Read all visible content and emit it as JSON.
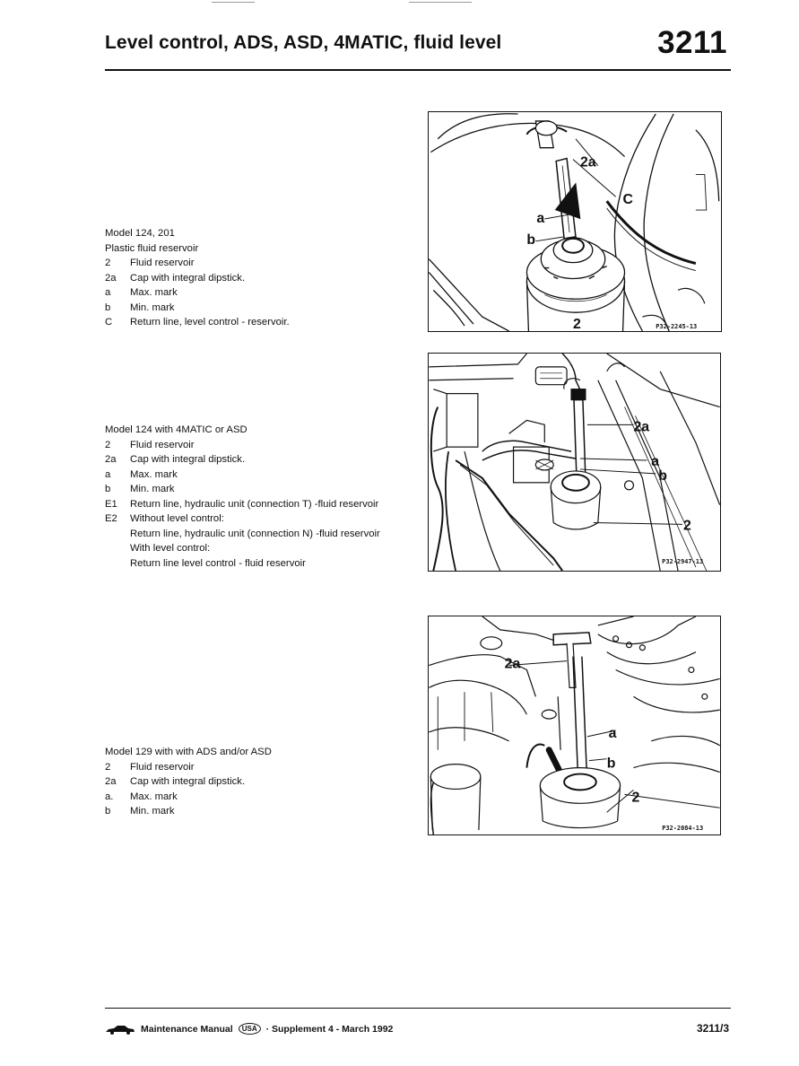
{
  "header": {
    "title": "Level control, ADS, ASD, 4MATIC, fluid level",
    "section_code": "3211"
  },
  "sections": [
    {
      "heading": "Model 124, 201",
      "subheading": "Plastic fluid reservoir",
      "items": [
        {
          "key": "2",
          "text": "Fluid reservoir"
        },
        {
          "key": "2a",
          "text": "Cap with integral dipstick."
        },
        {
          "key": "a",
          "text": "Max. mark"
        },
        {
          "key": "b",
          "text": "Min. mark"
        },
        {
          "key": "C",
          "text": "Return line, level control - reservoir."
        }
      ],
      "figure": {
        "code": "P32-2245-13",
        "callouts": [
          "2a",
          "C",
          "a",
          "b",
          "2"
        ]
      }
    },
    {
      "heading": "Model 124 with 4MATIC or ASD",
      "items": [
        {
          "key": "2",
          "text": "Fluid reservoir"
        },
        {
          "key": "2a",
          "text": "Cap with integral dipstick."
        },
        {
          "key": "a",
          "text": "Max. mark"
        },
        {
          "key": "b",
          "text": "Min. mark"
        },
        {
          "key": "E1",
          "text": "Return line, hydraulic unit (connection T) -fluid reservoir"
        },
        {
          "key": "E2",
          "text": "Without level control:"
        }
      ],
      "continuation": [
        "Return line, hydraulic unit (connection N) -fluid reservoir",
        "With level control:",
        "Return line level control - fluid reservoir"
      ],
      "figure": {
        "code": "P32-2947-13",
        "callouts": [
          "2a",
          "a",
          "b",
          "2"
        ]
      }
    },
    {
      "heading": "Model 129 with with ADS and/or ASD",
      "items": [
        {
          "key": "2",
          "text": "Fluid reservoir"
        },
        {
          "key": "2a",
          "text": "Cap with integral dipstick."
        },
        {
          "key": "a.",
          "text": "Max. mark"
        },
        {
          "key": "b",
          "text": "Min. mark"
        }
      ],
      "figure": {
        "code": "P32-2084-13",
        "callouts": [
          "2a",
          "a",
          "b",
          "2"
        ]
      }
    }
  ],
  "footer": {
    "manual": "Maintenance Manual",
    "badge": "USA",
    "supplement": "· Supplement 4 - March 1992",
    "page": "3211/3"
  }
}
